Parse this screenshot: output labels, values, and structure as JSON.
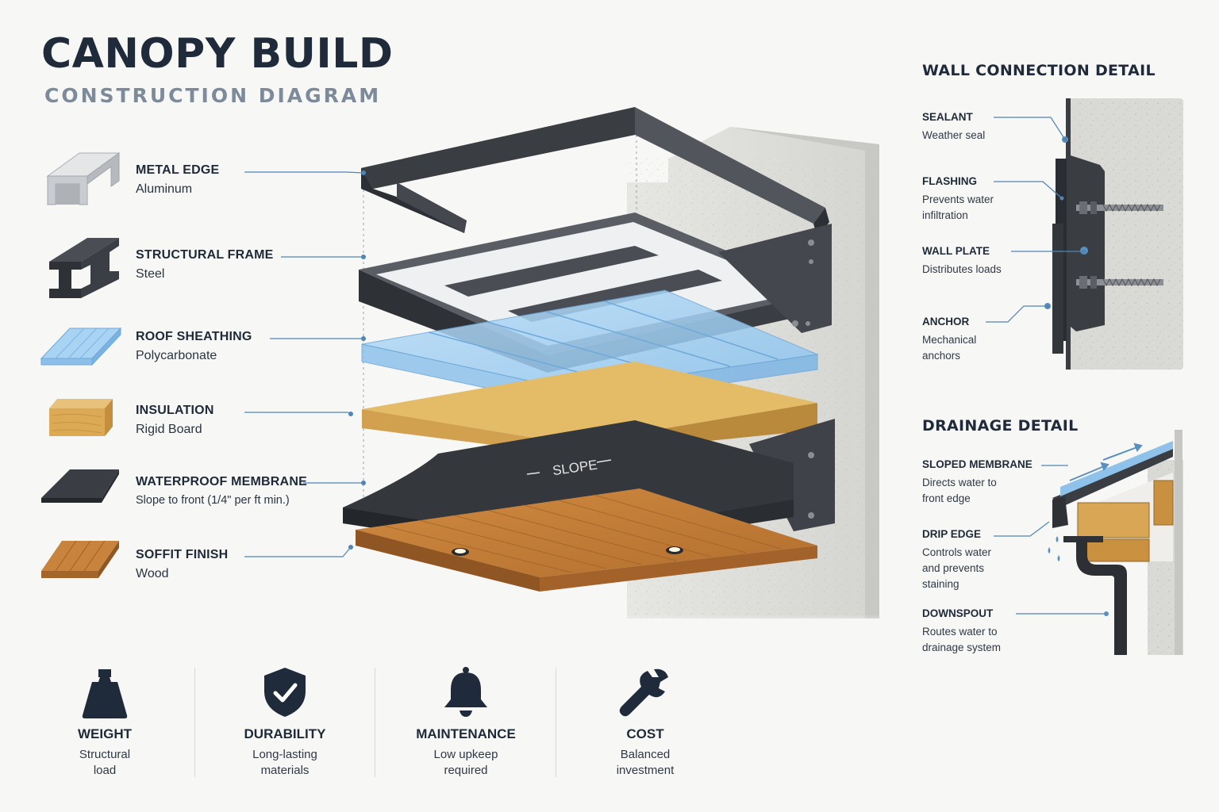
{
  "header": {
    "title": "CANOPY BUILD",
    "subtitle": "CONSTRUCTION DIAGRAM"
  },
  "layers": [
    {
      "name": "METAL EDGE",
      "material": "Aluminum",
      "icon": "aluminum-channel-icon"
    },
    {
      "name": "STRUCTURAL FRAME",
      "material": "Steel",
      "icon": "steel-i-beam-icon"
    },
    {
      "name": "ROOF SHEATHING",
      "material": "Polycarbonate",
      "icon": "polycarbonate-sheet-icon"
    },
    {
      "name": "INSULATION",
      "material": "Rigid Board",
      "icon": "rigid-board-icon"
    },
    {
      "name": "WATERPROOF MEMBRANE",
      "material": "Slope to front (1/4\" per ft min.)",
      "icon": "membrane-sheet-icon"
    },
    {
      "name": "SOFFIT FINISH",
      "material": "Wood",
      "icon": "wood-plank-icon"
    }
  ],
  "diagram": {
    "slope_label": "SLOPE"
  },
  "wall_connection": {
    "title": "WALL CONNECTION DETAIL",
    "callouts": [
      {
        "name": "SEALANT",
        "desc": "Weather seal"
      },
      {
        "name": "FLASHING",
        "desc": "Prevents water infiltration"
      },
      {
        "name": "WALL PLATE",
        "desc": "Distributes loads"
      },
      {
        "name": "ANCHOR",
        "desc": "Mechanical anchors"
      }
    ]
  },
  "drainage": {
    "title": "DRAINAGE DETAIL",
    "callouts": [
      {
        "name": "SLOPED MEMBRANE",
        "desc": "Directs water to front edge"
      },
      {
        "name": "DRIP EDGE",
        "desc": "Controls water and prevents staining"
      },
      {
        "name": "DOWNSPOUT",
        "desc": "Routes water to drainage system"
      }
    ]
  },
  "metrics": [
    {
      "name": "WEIGHT",
      "desc": "Structural load",
      "icon": "weight-icon"
    },
    {
      "name": "DURABILITY",
      "desc": "Long-lasting materials",
      "icon": "shield-check-icon"
    },
    {
      "name": "MAINTENANCE",
      "desc": "Low upkeep required",
      "icon": "bell-icon"
    },
    {
      "name": "COST",
      "desc": "Balanced investment",
      "icon": "wrench-icon"
    }
  ],
  "colors": {
    "navy": "#1f2b3a",
    "leader": "#4f86b6",
    "steel": "#3a3d42",
    "polycarbonate": "#9ccbf0",
    "insulation": "#e0b45c",
    "wood": "#c07a36"
  }
}
